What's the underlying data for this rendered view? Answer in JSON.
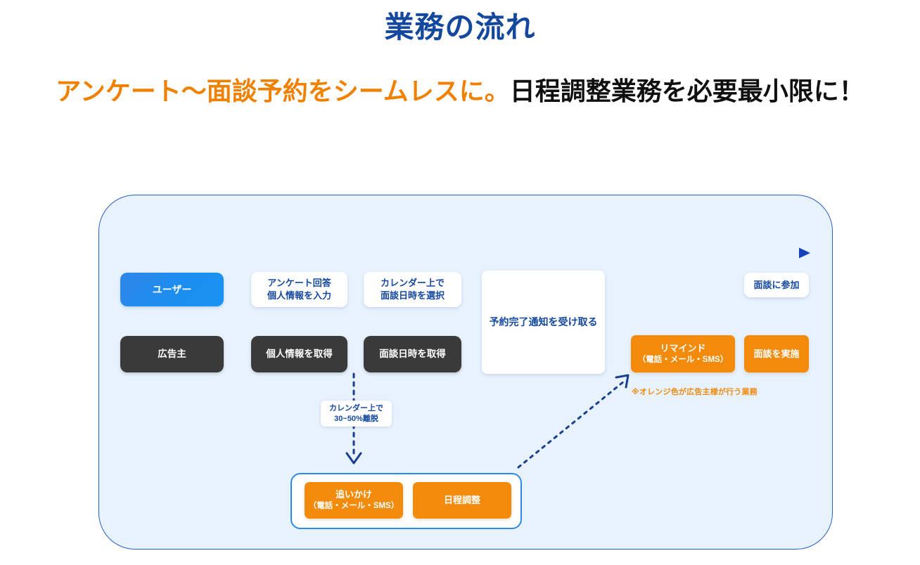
{
  "header": {
    "title": "業務の流れ",
    "subtitle_orange": "アンケート〜面談予約をシームレスに。",
    "subtitle_black": "日程調整業務を必要最小限に！"
  },
  "colors": {
    "title_blue": "#14489e",
    "accent_orange": "#f28b0c",
    "user_blue": "#1b8ef0",
    "advertiser_dark": "#3a3a3a",
    "panel_bg": "#e7f2fd",
    "panel_border": "#2b5fc4"
  },
  "diagram": {
    "timeline_arrow": "left-to-right-gradient-arrow",
    "rows": {
      "user_label": "ユーザー",
      "advertiser_label": "広告主"
    },
    "user_steps": [
      {
        "line1": "アンケート回答",
        "line2": "個人情報を入力"
      },
      {
        "line1": "カレンダー上で",
        "line2": "面談日時を選択"
      },
      {
        "line1": "予約完了通知を受け取る",
        "line2": ""
      },
      {
        "line1": "面談に参加",
        "line2": ""
      }
    ],
    "advertiser_steps": [
      {
        "line1": "個人情報を取得",
        "line2": ""
      },
      {
        "line1": "面談日時を取得",
        "line2": ""
      },
      {
        "line1": "リマインド",
        "line2": "（電話・メール・SMS）"
      },
      {
        "line1": "面談を実施",
        "line2": ""
      }
    ],
    "dropoff_caption": {
      "line1": "カレンダー上で",
      "line2": "30~50%離脱"
    },
    "manual_group": [
      {
        "line1": "追いかけ",
        "line2": "（電話・メール・SMS）"
      },
      {
        "line1": "日程調整",
        "line2": ""
      }
    ],
    "legend_note": "※オレンジ色が広告主様が行う業務"
  }
}
